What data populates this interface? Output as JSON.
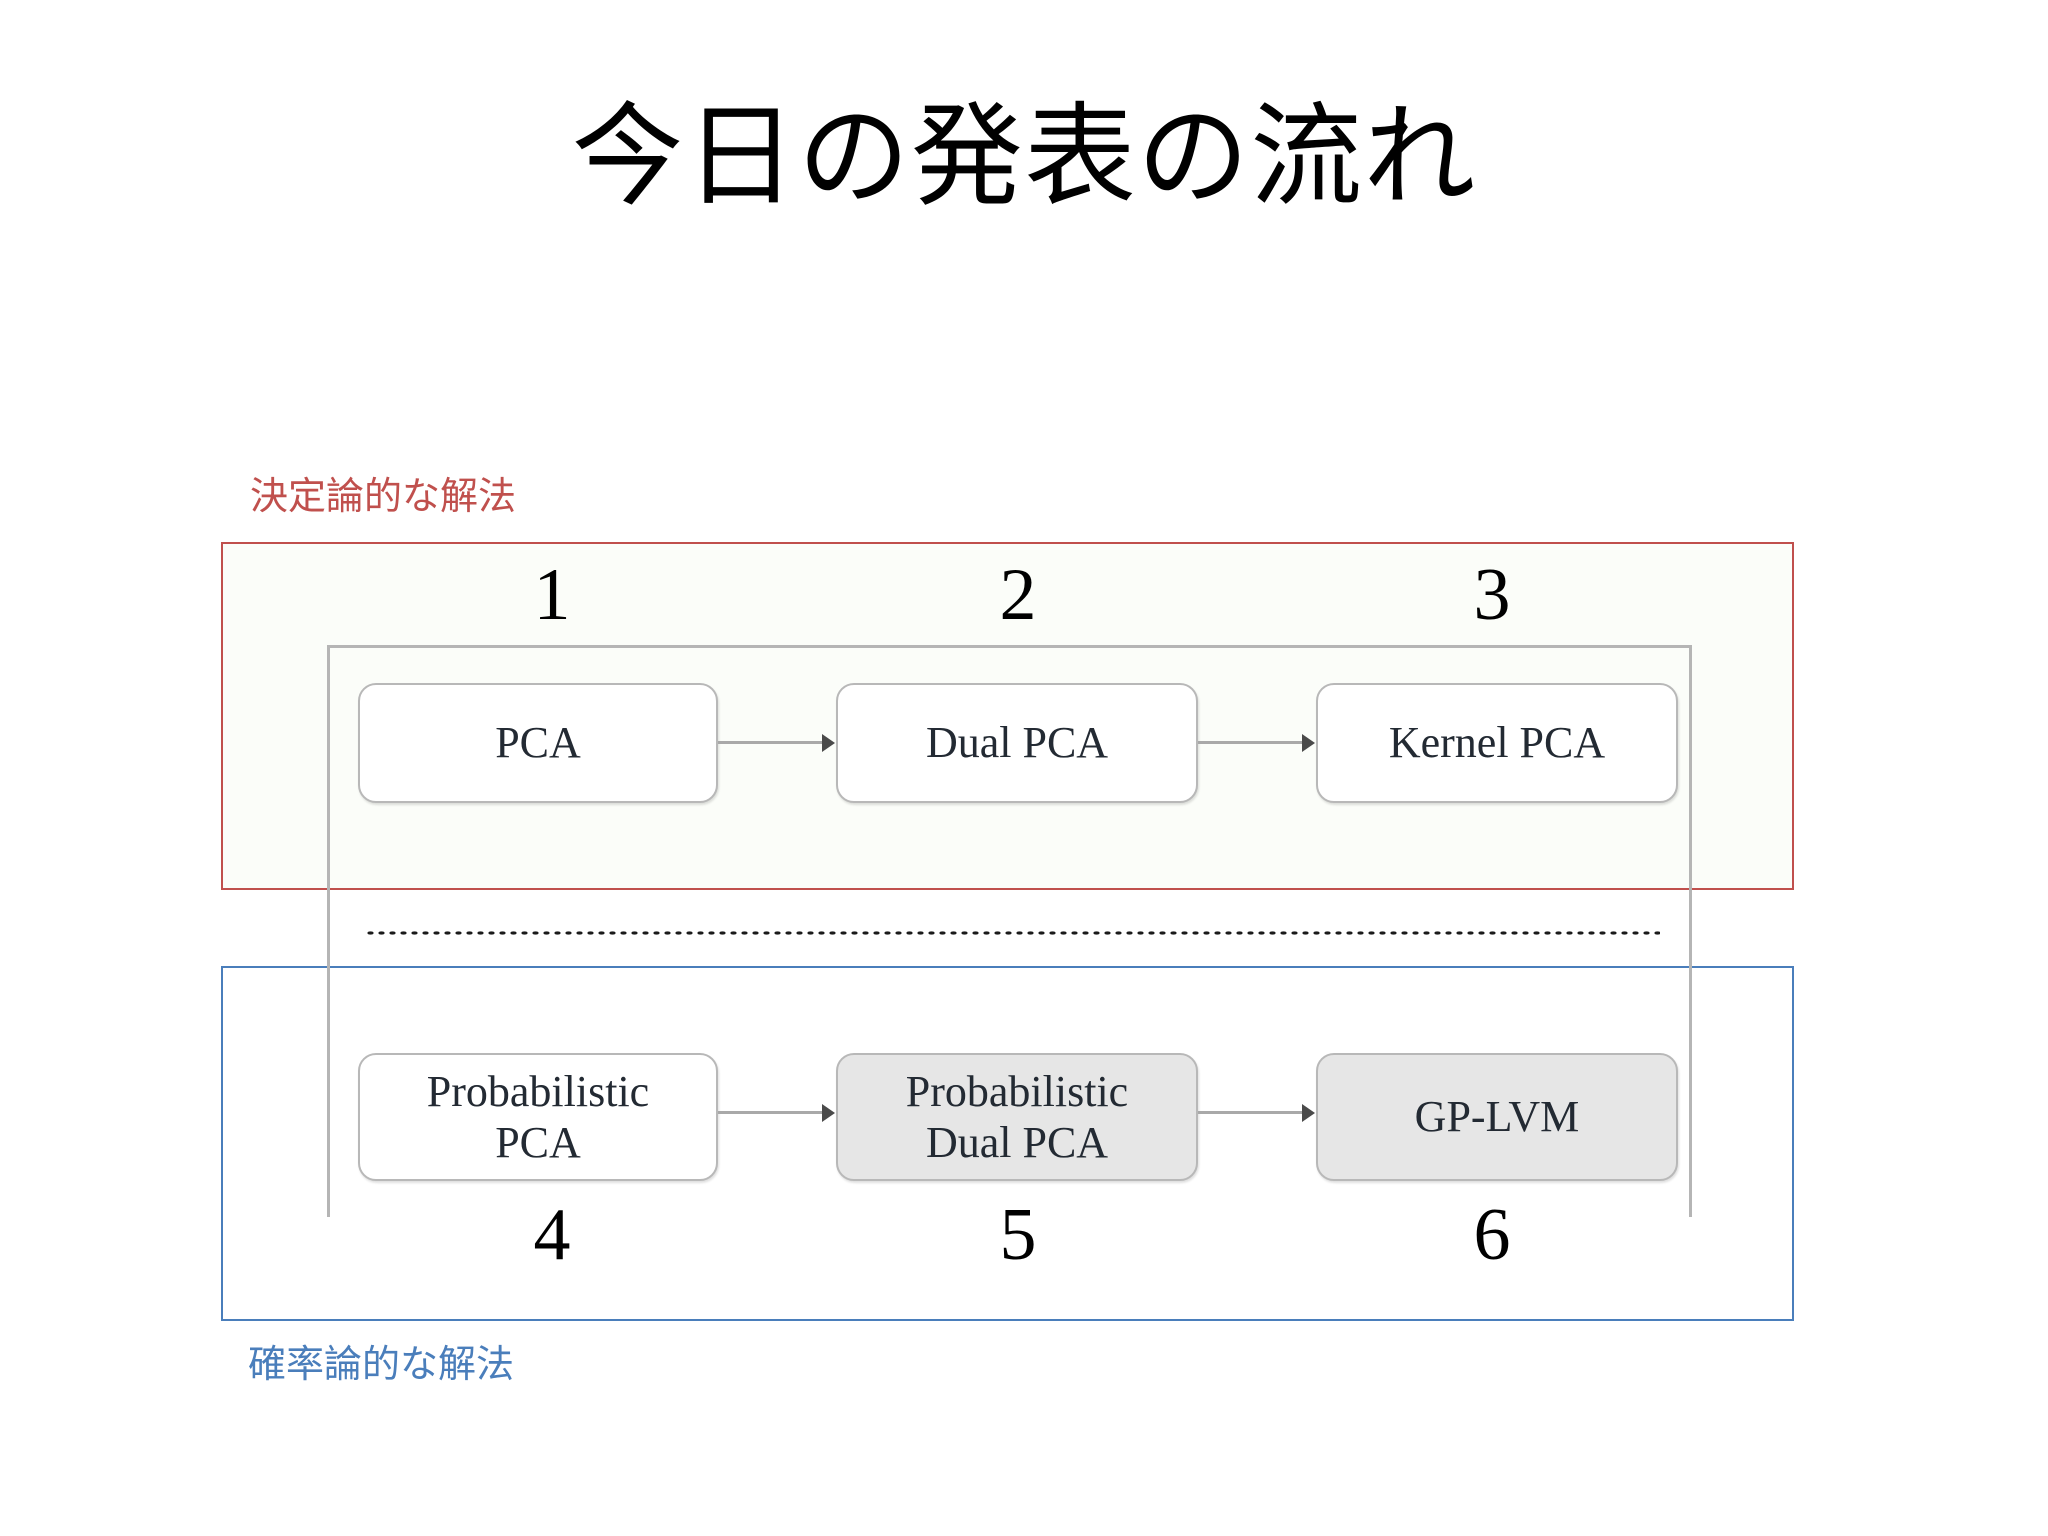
{
  "slide": {
    "title": "今日の発表の流れ"
  },
  "diagram": {
    "groups": [
      {
        "id": "deterministic",
        "label": "決定論的な解法",
        "border_color": "#c0504d",
        "fill_color": "#fbfdf9"
      },
      {
        "id": "probabilistic",
        "label": "確率論的な解法",
        "border_color": "#4a7ebb",
        "fill_color": "#ffffff"
      }
    ],
    "top_row": {
      "numbers": [
        "1",
        "2",
        "3"
      ],
      "nodes": [
        {
          "label": "PCA",
          "fill": "white"
        },
        {
          "label": "Dual PCA",
          "fill": "white"
        },
        {
          "label": "Kernel PCA",
          "fill": "white"
        }
      ]
    },
    "bottom_row": {
      "numbers": [
        "4",
        "5",
        "6"
      ],
      "nodes": [
        {
          "label_line1": "Probabilistic",
          "label_line2": "PCA",
          "fill": "white"
        },
        {
          "label_line1": "Probabilistic",
          "label_line2": "Dual PCA",
          "fill": "grey"
        },
        {
          "label_line1": "GP-LVM",
          "label_line2": "",
          "fill": "grey"
        }
      ]
    },
    "colors": {
      "node_border": "#b8b8b8",
      "node_fill_grey": "#e6e6e6",
      "connector": "#a9a9a9",
      "frame": "#b5b5b5",
      "divider": "#1a1a1a"
    }
  }
}
